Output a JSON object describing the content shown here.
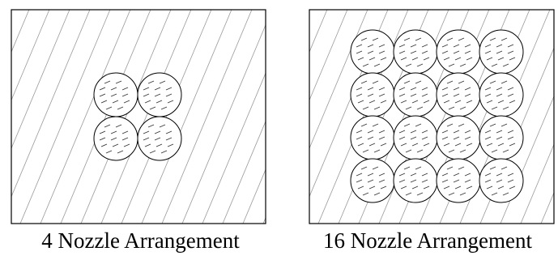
{
  "panels": [
    {
      "id": "left",
      "caption": "4 Nozzle Arrangement",
      "rows": 2,
      "cols": 2
    },
    {
      "id": "right",
      "caption": "16 Nozzle Arrangement",
      "rows": 4,
      "cols": 4
    }
  ],
  "colors": {
    "outline": "#000000",
    "hatch": "#9a9a9a",
    "nozzle_fill": "#ffffff",
    "nozzle_dash": "#333333"
  },
  "icons": {
    "nozzle": "hatched-circle-icon"
  }
}
